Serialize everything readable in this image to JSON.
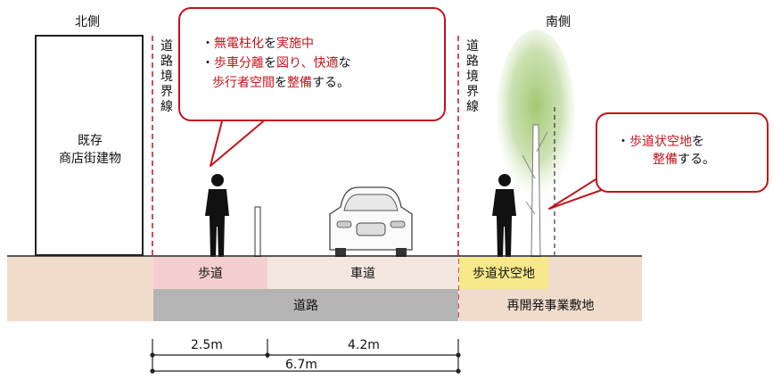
{
  "sides": {
    "north": "北側",
    "south": "南側"
  },
  "existing_building": {
    "line1": "既存",
    "line2": "商店街建物"
  },
  "boundary_line_label": "道路境界線",
  "callout_main": {
    "line1_prefix": "・",
    "line1_red": "無電柱化",
    "line1_mid": "を",
    "line1_red2": "実施中",
    "line2_prefix": "・",
    "line2_red": "歩車分離",
    "line2_mid": "を",
    "line2_red2": "図り、快適",
    "line2_tail": "な",
    "line3_red": "歩行者空間",
    "line3_mid": "を",
    "line3_red2": "整備",
    "line3_tail": "する。"
  },
  "callout_side": {
    "line1_prefix": "・",
    "line1_red": "歩道状空地",
    "line1_tail": "を",
    "line2_red": "整備",
    "line2_tail": "する。"
  },
  "bands": {
    "sidewalk": "歩道",
    "carriageway": "車道",
    "sidewalk_like_space": "歩道状空地",
    "road": "道路",
    "redevelopment_site": "再開発事業敷地"
  },
  "dimensions": {
    "sidewalk": "2.5m",
    "carriageway": "4.2m",
    "total": "6.7m"
  },
  "colors": {
    "accent_red": "#c0141c",
    "sidewalk_pink": "#f5cfcf",
    "carriageway_beige": "#f3e6de",
    "ground_beige": "#f1dccc",
    "road_gray": "#b4b4b4",
    "sidewalk_like_yellow": "#f7e98a",
    "tree_green": "#bcd79a"
  }
}
